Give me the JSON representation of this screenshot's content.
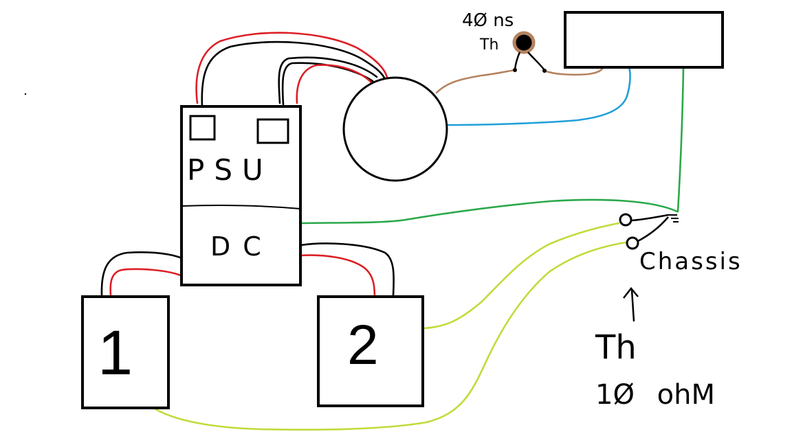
{
  "colors": {
    "black": "#000000",
    "red": "#dd1f26",
    "brown": "#b5835f",
    "blue": "#1f9fd8",
    "green": "#2aa84a",
    "yellow_green": "#bfdc3a"
  },
  "labels": {
    "psu_top": "PSU",
    "psu_bottom": "DC",
    "unit_1": "1",
    "unit_2": "2",
    "thermistor_top_rating": "4Ø ns",
    "thermistor_top_tag": "Th",
    "chassis": "Chassis",
    "thermistor_bottom_tag": "Th",
    "thermistor_bottom_rating": "1Ø ohM"
  }
}
